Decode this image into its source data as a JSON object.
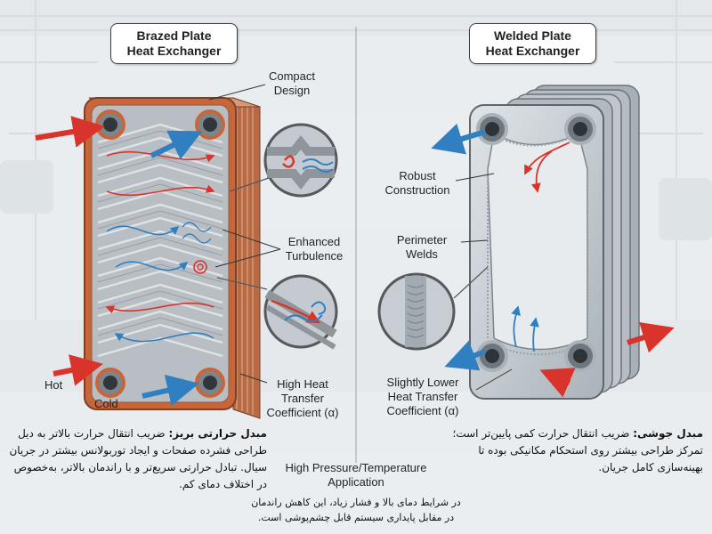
{
  "left": {
    "title": [
      "Brazed Plate",
      "Heat Exchanger"
    ],
    "compact_design": [
      "Compact",
      "Design"
    ],
    "enhanced_turbulence": [
      "Enhanced",
      "Turbulence"
    ],
    "high_htc": [
      "High Heat",
      "Transfer",
      "Coefficient (α)"
    ],
    "hot": "Hot",
    "cold": "Cold",
    "desc_bold": "مبدل حرارتی بریز:",
    "desc_rest": " ضریب انتقال حرارت بالاتر به دیل طراحی فشرده صفحات و ایجاد توربولانس بیشتر در جریان سیال. تبادل حرارتی سریع‌تر و با راندمان بالاتر، به‌خصوص در اختلاف دمای کم."
  },
  "right": {
    "title": [
      "Welded Plate",
      "Heat Exchanger"
    ],
    "robust": [
      "Robust",
      "Construction"
    ],
    "perimeter": [
      "Perimeter",
      "Welds"
    ],
    "lower_htc": [
      "Slightly Lower",
      "Heat Transfer",
      "Coefficient (α)"
    ],
    "desc_bold": "مبدل جوشی:",
    "desc_rest": " ضریب انتقال حرارت کمی پایین‌تر است؛ تمرکز طراحی بیشتر روی استحکام مکانیکی بوده تا بهینه‌سازی کامل جریان."
  },
  "middle": {
    "heading": [
      "High Pressure/Temperature",
      "Application"
    ],
    "fa": [
      "در شرایط دمای بالا و فشار زیاد، این کاهش راندمان",
      "در مقابل پایداری سیستم قابل چشم‌پوشی است."
    ]
  },
  "colors": {
    "hot": "#d9342b",
    "cold": "#2f7fc1",
    "copper": "#c8663a",
    "steel": "#aeb6bd"
  }
}
